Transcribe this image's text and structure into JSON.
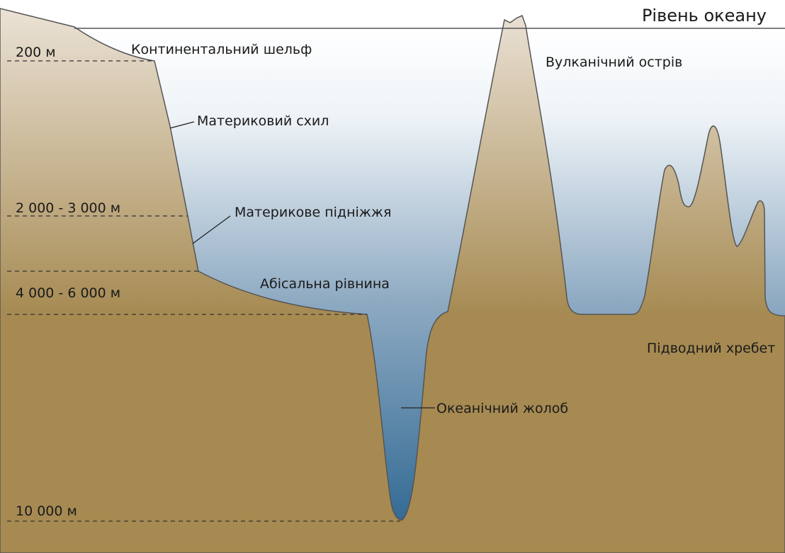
{
  "title": "Рівень океану",
  "depth_labels": {
    "d200": "200 м",
    "d2000": "2 000 - 3 000 м",
    "d4000": "4 000 - 6 000 м",
    "d10000": "10 000 м"
  },
  "features": {
    "shelf": "Континентальний шельф",
    "slope": "Материковий схил",
    "rise": "Материкове підніжжя",
    "abyssal": "Абісальна рівнина",
    "island": "Вулканічний острів",
    "ridge": "Підводний хребет",
    "trench": "Океанічний жолоб"
  },
  "colors": {
    "land_top": "#ede5da",
    "land_bottom": "#a68a52",
    "water_top": "#ffffff",
    "water_bottom": "#336a94"
  }
}
